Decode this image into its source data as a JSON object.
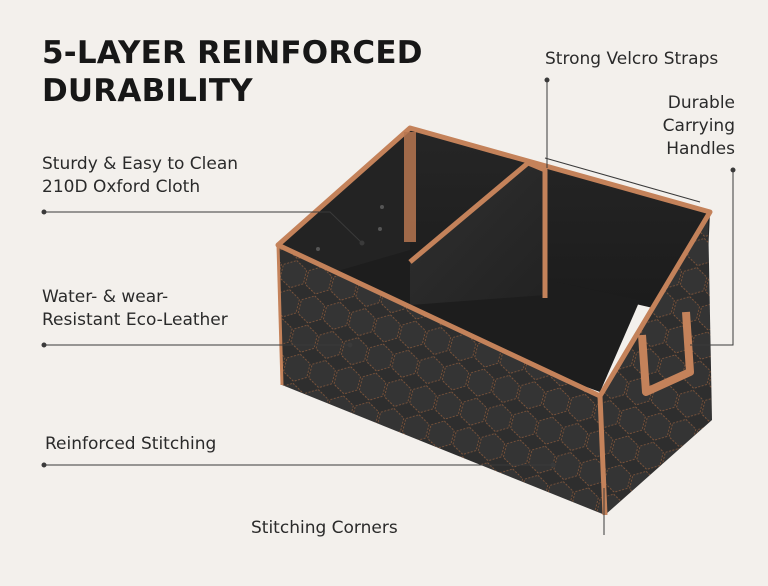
{
  "headline": {
    "line1": "5-LAYER REINFORCED",
    "line2": "DURABILITY"
  },
  "callouts": {
    "velcro": "Strong Velcro Straps",
    "handles": [
      "Durable",
      "Carrying",
      "Handles"
    ],
    "oxford": [
      "Sturdy & Easy to Clean",
      "210D Oxford Cloth"
    ],
    "leather": [
      "Water- & wear-",
      "Resistant Eco-Leather"
    ],
    "stitching": "Reinforced Stitching",
    "corners": "Stitching Corners"
  },
  "colors": {
    "background": "#f3f0ec",
    "leather": "#2b2b2b",
    "trim": "#c4825a",
    "leader": "#3a3a3a"
  }
}
